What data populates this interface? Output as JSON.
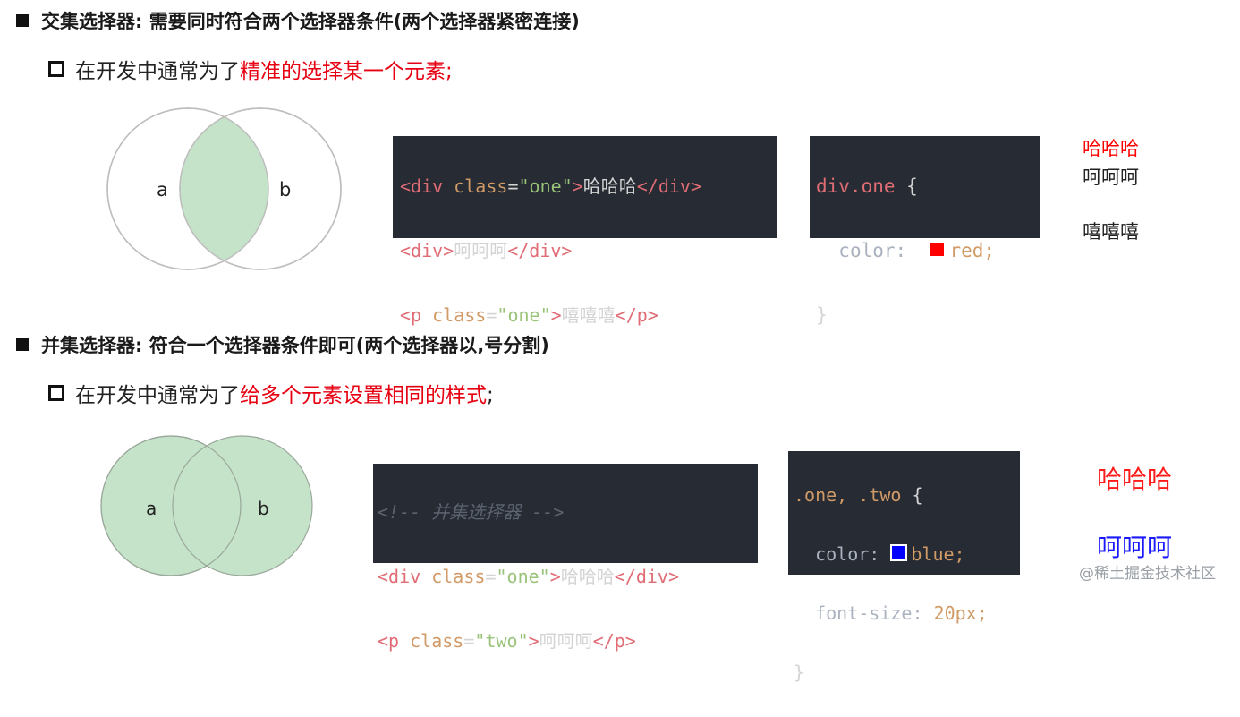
{
  "section1": {
    "heading": "交集选择器: 需要同时符合两个选择器条件(两个选择器紧密连接)",
    "sub_prefix": "在开发中通常为了",
    "sub_highlight": "精准的选择某一个元素;",
    "venn": {
      "a": "a",
      "b": "b"
    },
    "html_code": {
      "l1_open": "<div",
      "l1_attr": "class",
      "l1_eq": "=",
      "l1_str": "\"one\"",
      "l1_gt": ">",
      "l1_text": "哈哈哈",
      "l1_close": "</div>",
      "l2_open": "<div>",
      "l2_text": "呵呵呵",
      "l2_close": "</div>",
      "l3_open": "<p",
      "l3_attr": "class",
      "l3_eq": "=",
      "l3_str": "\"one\"",
      "l3_gt": ">",
      "l3_text": "嘻嘻嘻",
      "l3_close": "</p>"
    },
    "css_code": {
      "selector": "div.one",
      "brace_open": "{",
      "prop": "color:",
      "value": "red;",
      "brace_close": "}"
    },
    "results": [
      "哈哈哈",
      "呵呵呵",
      "嘻嘻嘻"
    ]
  },
  "section2": {
    "heading": "并集选择器: 符合一个选择器条件即可(两个选择器以,号分割)",
    "sub_prefix": "在开发中通常为了",
    "sub_highlight": "给多个元素设置相同的样式",
    "sub_suffix": ";",
    "venn": {
      "a": "a",
      "b": "b"
    },
    "html_code": {
      "comment": "<!-- 并集选择器 -->",
      "l1_open": "<div",
      "l1_attr": "class",
      "l1_eq": "=",
      "l1_str": "\"one\"",
      "l1_gt": ">",
      "l1_text": "哈哈哈",
      "l1_close": "</div>",
      "l2_open": "<p",
      "l2_attr": "class",
      "l2_eq": "=",
      "l2_str": "\"two\"",
      "l2_gt": ">",
      "l2_text": "呵呵呵",
      "l2_close": "</p>"
    },
    "css_code": {
      "selector": ".one, .two",
      "brace_open": "{",
      "prop1": "color:",
      "value1": "blue;",
      "prop2": "font-size:",
      "value2": "20px;",
      "brace_close": "}"
    },
    "results": [
      "哈哈哈",
      "呵呵呵"
    ]
  },
  "colors": {
    "highlight": "#e60012",
    "red_swatch": "#ff0000",
    "blue_swatch": "#0000ff",
    "venn_fill": "#c5e3c8",
    "code_bg": "#272b33"
  },
  "watermark": "@稀土掘金技术社区"
}
